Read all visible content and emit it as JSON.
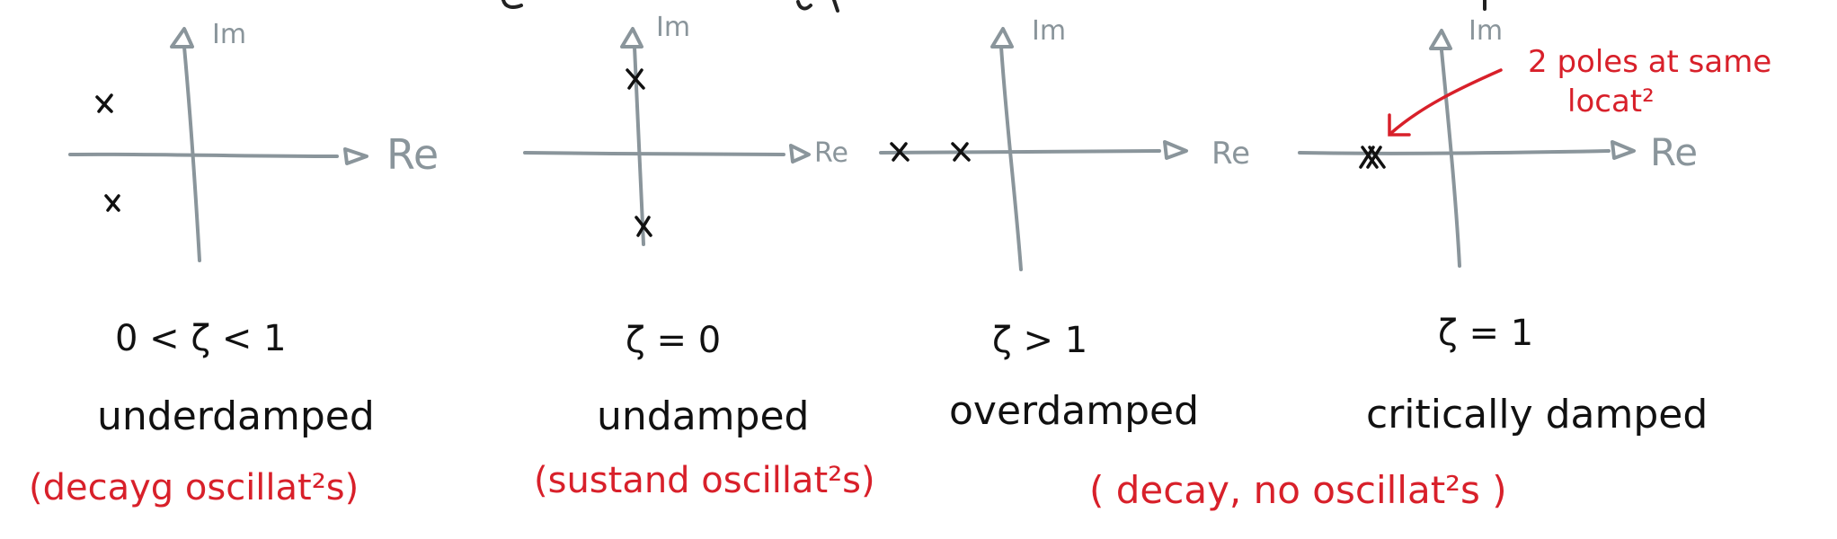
{
  "panels": [
    {
      "im_label": "Im",
      "re_label": "Re",
      "condition": "0 < ζ < 1",
      "type": "underdamped",
      "note": "(decayg oscillat²s)"
    },
    {
      "im_label": "Im",
      "re_label": "Re",
      "condition": "ζ = 0",
      "type": "undamped",
      "note": "(sustand oscillat²s)"
    },
    {
      "im_label": "Im",
      "re_label": "Re",
      "condition": "ζ > 1",
      "type": "overdamped",
      "note": ""
    },
    {
      "im_label": "Im",
      "re_label": "Re",
      "condition": "ζ = 1",
      "type": "critically damped",
      "note": ""
    }
  ],
  "shared_note": "( decay,  no oscillat²s )",
  "callout": {
    "line1": "2 poles at same",
    "line2": "locat²"
  }
}
